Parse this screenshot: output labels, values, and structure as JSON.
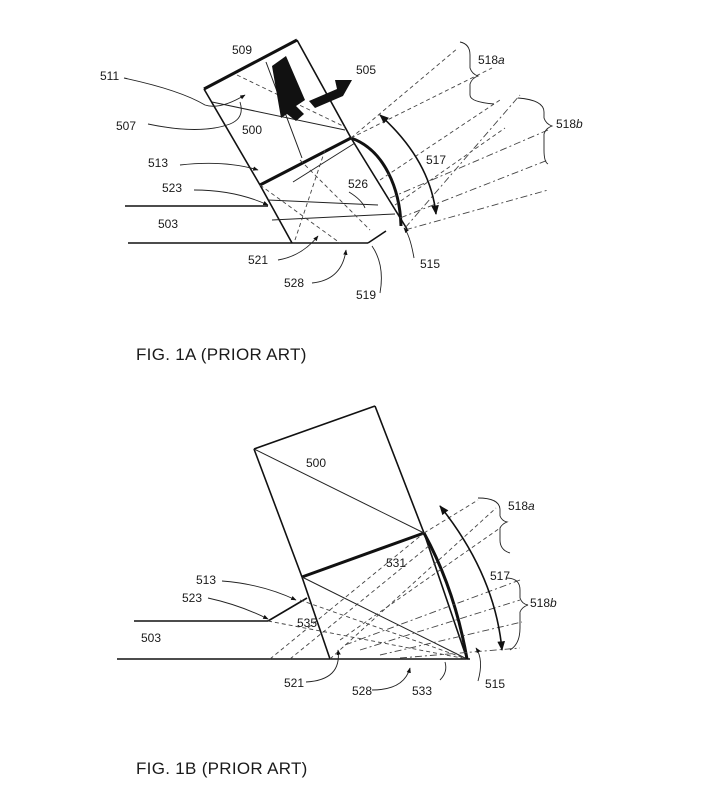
{
  "figure_1a": {
    "caption": "FIG. 1A (PRIOR ART)",
    "labels": {
      "l509": "509",
      "l505": "505",
      "l511": "511",
      "l507": "507",
      "l500": "500",
      "l513": "513",
      "l523": "523",
      "l503": "503",
      "l526": "526",
      "l517": "517",
      "l518a_num": "518",
      "l518a_sub": "a",
      "l518b_num": "518",
      "l518b_sub": "b",
      "l521": "521",
      "l528": "528",
      "l519": "519",
      "l515": "515"
    }
  },
  "figure_1b": {
    "caption": "FIG. 1B (PRIOR ART)",
    "labels": {
      "l500": "500",
      "l531": "531",
      "l513": "513",
      "l523": "523",
      "l503": "503",
      "l535": "535",
      "l517": "517",
      "l518a_num": "518",
      "l518a_sub": "a",
      "l518b_num": "518",
      "l518b_sub": "b",
      "l521": "521",
      "l528": "528",
      "l533": "533",
      "l515": "515"
    }
  }
}
